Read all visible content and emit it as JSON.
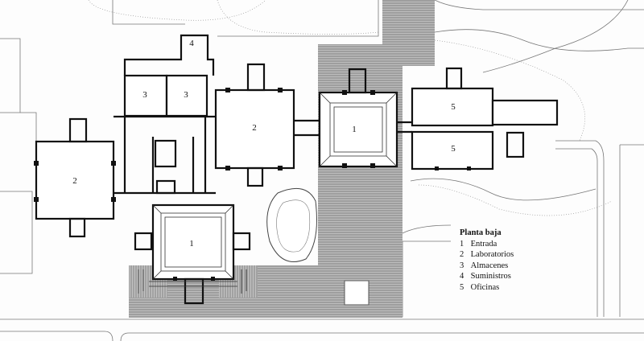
{
  "plan": {
    "room_labels": {
      "entrada_center": "1",
      "entrada_bottom": "1",
      "lab_center": "2",
      "lab_left": "2",
      "almacen_a": "3",
      "almacen_b": "3",
      "suministros": "4",
      "oficinas_top": "5",
      "oficinas_bottom": "5"
    }
  },
  "legend": {
    "title": "Planta baja",
    "items": [
      {
        "num": "1",
        "label": "Entrada"
      },
      {
        "num": "2",
        "label": "Laboratorios"
      },
      {
        "num": "3",
        "label": "Almacenes"
      },
      {
        "num": "4",
        "label": "Suministros"
      },
      {
        "num": "5",
        "label": "Oficinas"
      }
    ]
  }
}
